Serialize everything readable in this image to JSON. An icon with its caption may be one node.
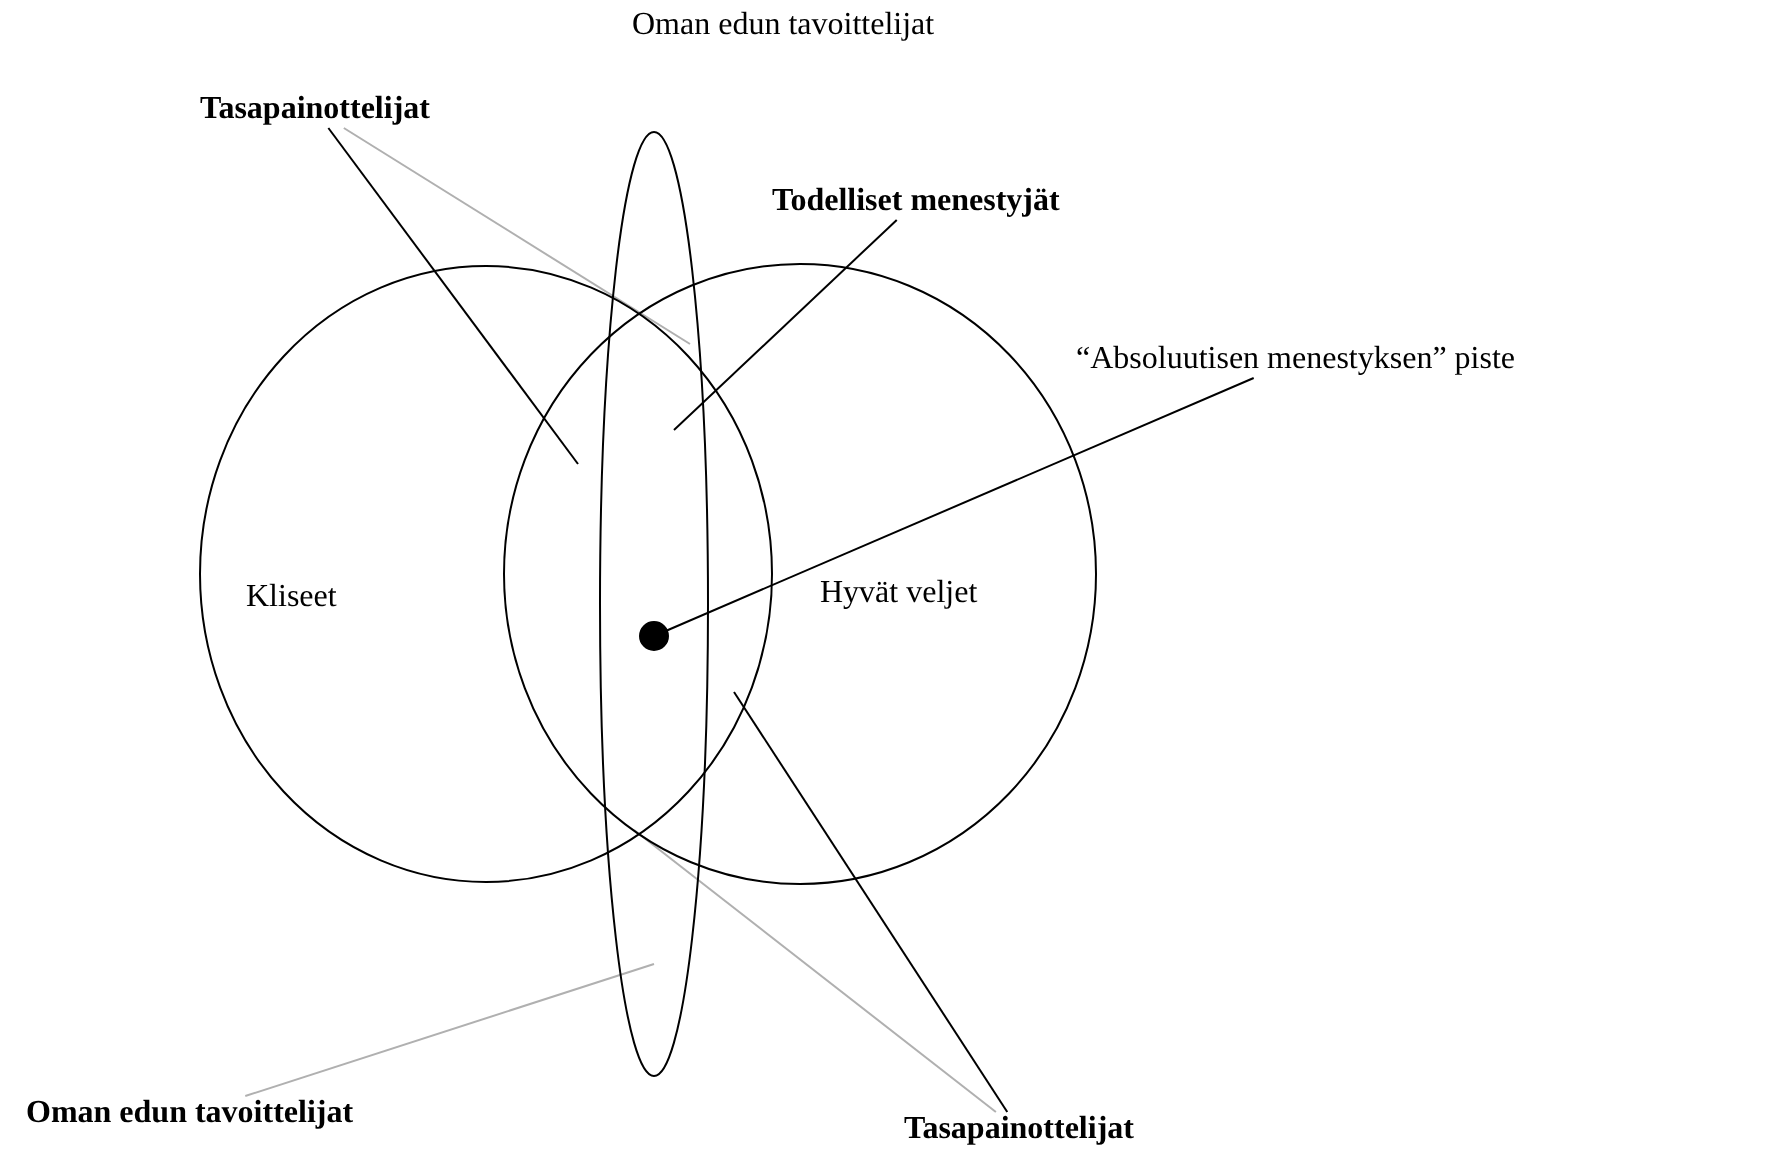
{
  "diagram": {
    "nodes": [
      {
        "text": [
          "Kliseet"
        ]
      },
      {
        "text": [
          "Hyvät veljet"
        ]
      },
      {
        "text": [],
        "shape": "ellipse"
      },
      {
        "text": [],
        "shape": "circle"
      },
      {
        "text": [
          "Oman edun tavoittelijat"
        ]
      },
      {
        "text": [
          "Tasapainottelijat"
        ]
      },
      {
        "text": [
          "Todelliset menestyjät"
        ]
      },
      {
        "text": [
          "“Absoluutisen menestyksen” piste"
        ]
      },
      {
        "text": [
          "Oman edun tavoittelijat"
        ]
      },
      {
        "text": [
          "Tasapainottelijat"
        ]
      }
    ],
    "edges": [
      {
        "from": 5,
        "to": 0,
        "arrow": "none"
      },
      {
        "from": 5,
        "to": 2,
        "arrow": "none",
        "color": "#b0b0b0"
      },
      {
        "from": 6,
        "to": 2,
        "arrow": "none"
      },
      {
        "from": 7,
        "to": 3,
        "arrow": "none"
      },
      {
        "from": 8,
        "to": 2,
        "arrow": "none",
        "color": "#b0b0b0"
      },
      {
        "from": 9,
        "to": 0,
        "arrow": "none"
      },
      {
        "from": 9,
        "to": 2,
        "arrow": "none",
        "color": "#b0b0b0"
      }
    ]
  }
}
